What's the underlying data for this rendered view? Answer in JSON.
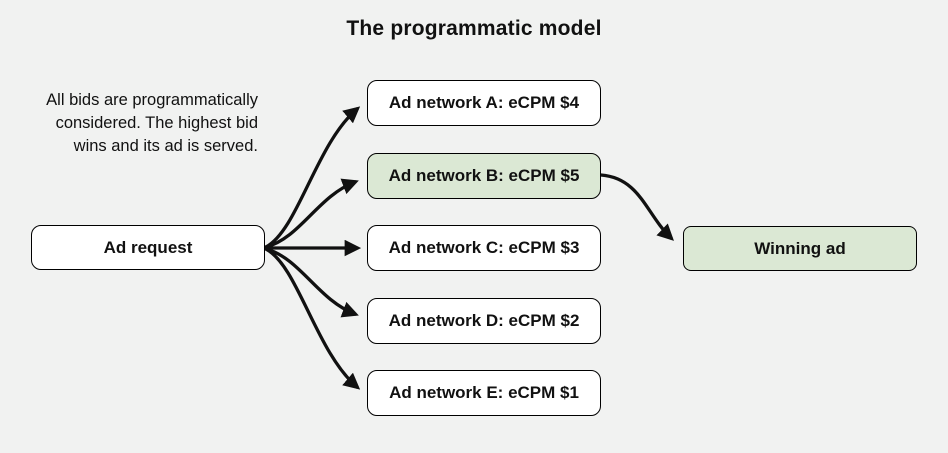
{
  "title": "The programmatic model",
  "annotation": {
    "lines": [
      "All bids are programmatically",
      "considered. The highest bid",
      "wins and its ad is served."
    ]
  },
  "ad_request": {
    "label": "Ad request"
  },
  "networks": [
    {
      "id": "A",
      "label": "Ad network A: eCPM $4",
      "ecpm": 4,
      "highlighted": false
    },
    {
      "id": "B",
      "label": "Ad network B: eCPM $5",
      "ecpm": 5,
      "highlighted": true
    },
    {
      "id": "C",
      "label": "Ad network C: eCPM $3",
      "ecpm": 3,
      "highlighted": false
    },
    {
      "id": "D",
      "label": "Ad network D: eCPM $2",
      "ecpm": 2,
      "highlighted": false
    },
    {
      "id": "E",
      "label": "Ad network E: eCPM $1",
      "ecpm": 1,
      "highlighted": false
    }
  ],
  "winning_ad": {
    "label": "Winning ad"
  },
  "edges": [
    {
      "from": "Ad request",
      "to": "Ad network A: eCPM $4"
    },
    {
      "from": "Ad request",
      "to": "Ad network B: eCPM $5"
    },
    {
      "from": "Ad request",
      "to": "Ad network C: eCPM $3"
    },
    {
      "from": "Ad request",
      "to": "Ad network D: eCPM $2"
    },
    {
      "from": "Ad request",
      "to": "Ad network E: eCPM $1"
    },
    {
      "from": "Ad network B: eCPM $5",
      "to": "Winning ad"
    }
  ],
  "colors": {
    "background": "#f1f2f1",
    "box_fill": "#ffffff",
    "highlight_fill": "#dbe8d4",
    "border": "#000000",
    "arrow": "#111111",
    "text": "#111111"
  }
}
